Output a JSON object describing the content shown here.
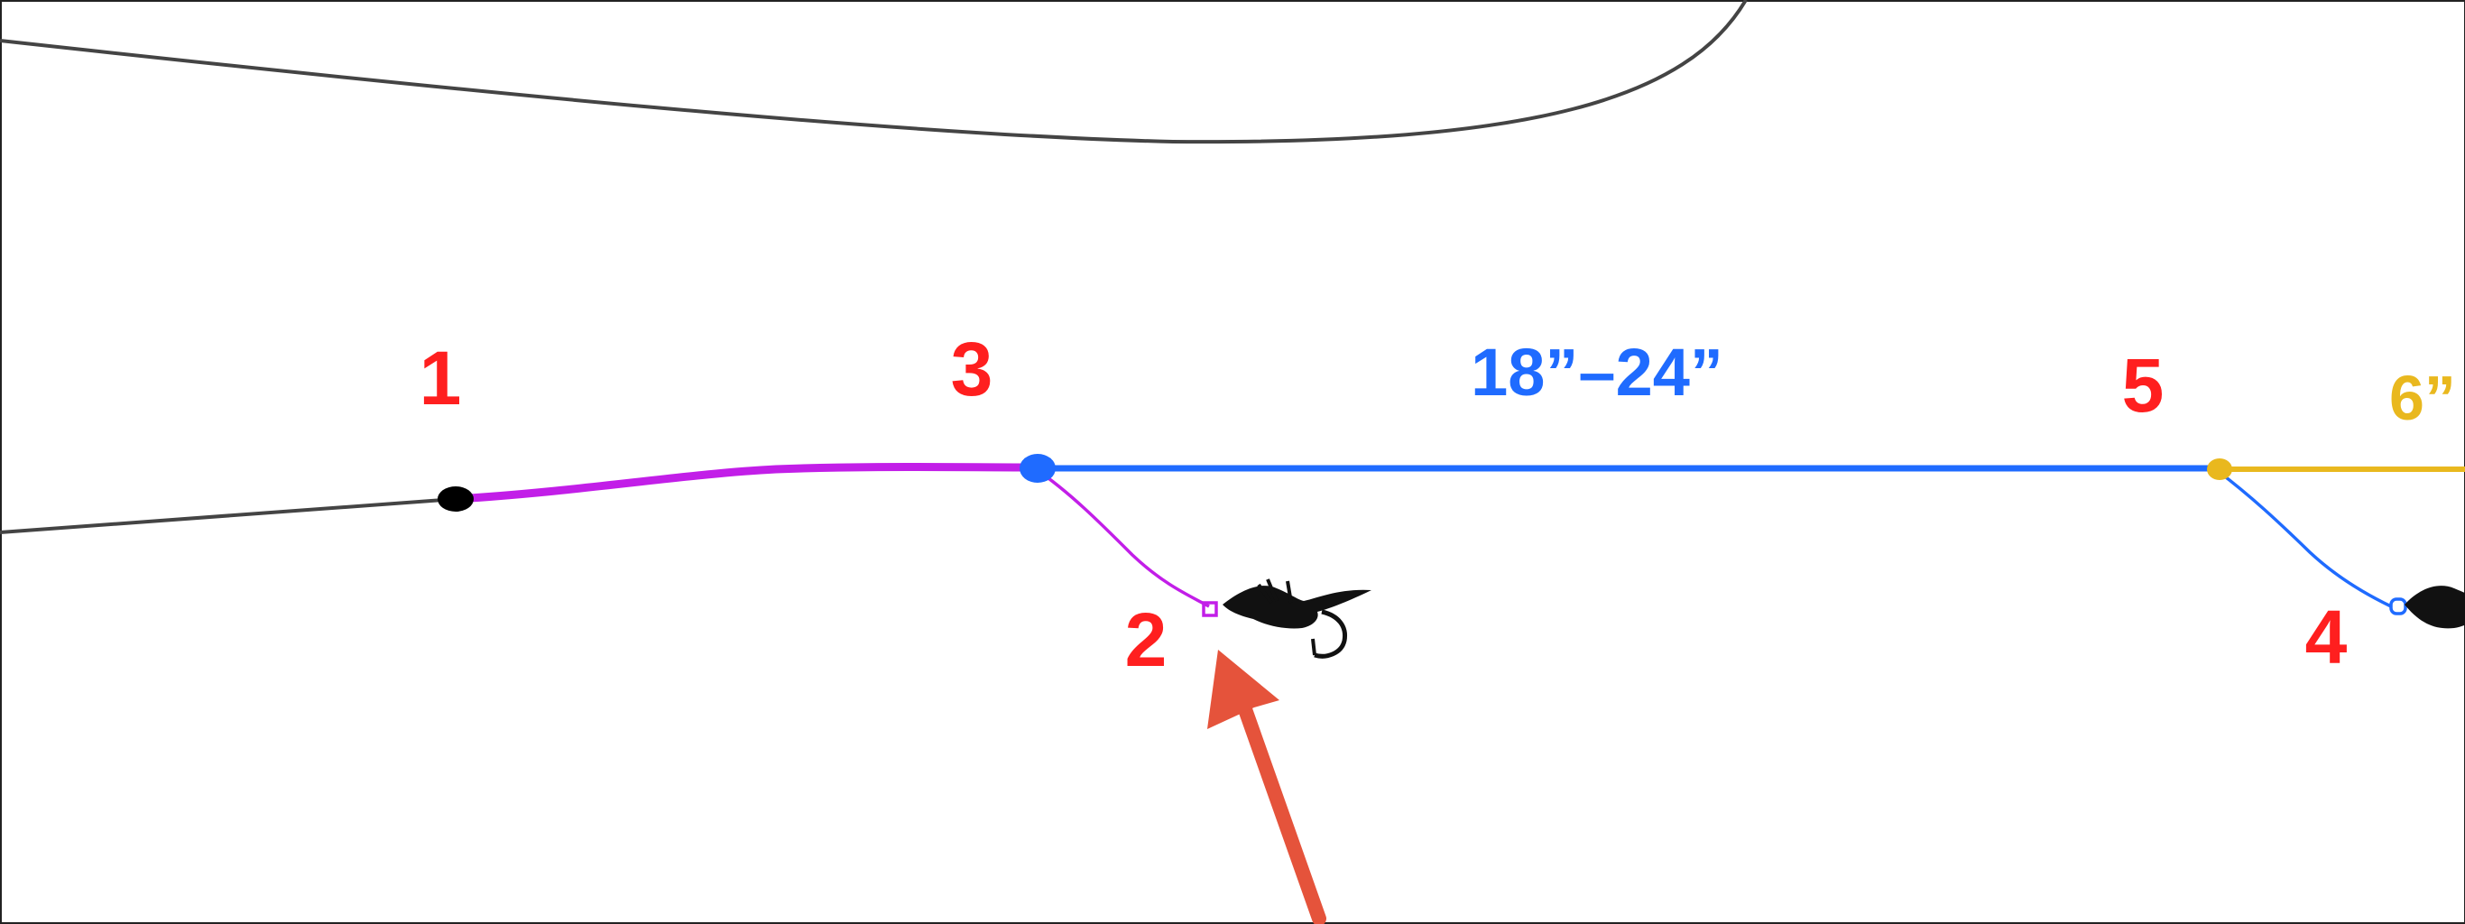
{
  "labels": {
    "point_1": "1",
    "point_2": "2",
    "point_3": "3",
    "point_4": "4",
    "point_5": "5",
    "blue_length": "18”–24”",
    "yellow_length_partial": "6”"
  },
  "colors": {
    "label_red": "#ff1f1f",
    "magenta_line": "#c21ee8",
    "blue_line": "#1f6bff",
    "yellow_line": "#e9b81e",
    "fly_line": "#444444",
    "black_knot": "#000000",
    "arrow": "#e5533b"
  },
  "icons": {
    "fly": "fly-icon",
    "arrow": "arrow-icon"
  }
}
